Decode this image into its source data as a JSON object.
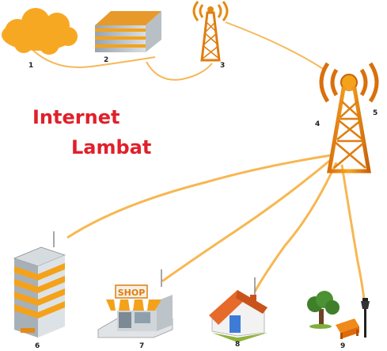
{
  "title": {
    "line1": "Internet",
    "line2": "Lambat",
    "color": "#e0202a"
  },
  "colors": {
    "orange": "#f4a21a",
    "link": "#f6b85a",
    "cloud": "#f7a823"
  },
  "nodes": [
    {
      "number": "1",
      "icon": "cloud-icon"
    },
    {
      "number": "2",
      "icon": "office-building-icon"
    },
    {
      "number": "3",
      "icon": "small-radio-tower-icon"
    },
    {
      "number": "4",
      "icon": "tower-mast-icon"
    },
    {
      "number": "5",
      "icon": "large-radio-tower-icon"
    },
    {
      "number": "6",
      "icon": "skyscraper-icon"
    },
    {
      "number": "7",
      "icon": "shop-icon"
    },
    {
      "number": "8",
      "icon": "house-icon"
    },
    {
      "number": "9",
      "icon": "park-icon"
    }
  ],
  "shop_sign": "SHOP"
}
